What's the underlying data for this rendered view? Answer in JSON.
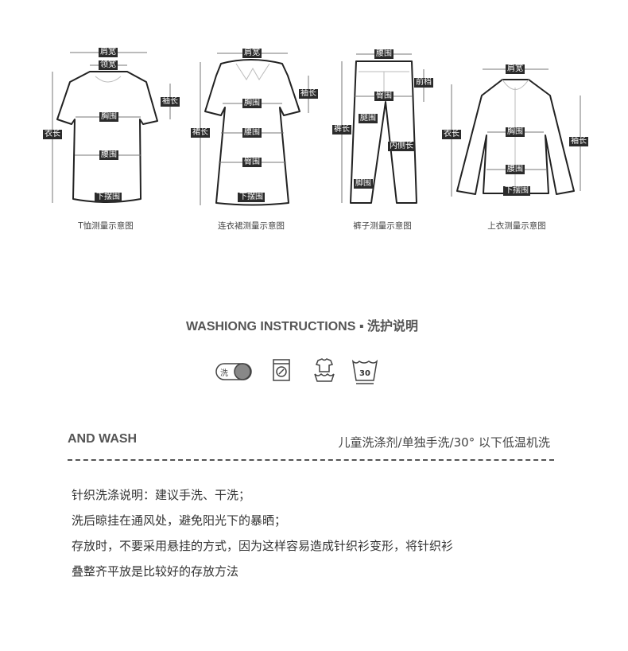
{
  "diagrams": {
    "tshirt": {
      "caption": "T恤测量示意图",
      "shoulder": "肩宽",
      "neck": "领宽",
      "sleeve": "袖长",
      "chest": "胸围",
      "length": "衣长",
      "waist": "腰围",
      "hem": "下摆围"
    },
    "dress": {
      "caption": "连衣裙测量示意图",
      "shoulder": "肩宽",
      "sleeve": "袖长",
      "chest": "胸围",
      "length": "裙长",
      "waist": "腰围",
      "hip": "臀围",
      "hem": "下摆围"
    },
    "pants": {
      "caption": "裤子测量示意图",
      "waist": "腰围",
      "rise": "前档",
      "hip": "臀围",
      "thigh": "腿围",
      "length": "裤长",
      "inseam": "内侧长",
      "ankle": "脚围"
    },
    "shirt": {
      "caption": "上衣测量示意图",
      "shoulder": "肩宽",
      "length": "衣长",
      "sleeve": "袖长",
      "chest": "胸围",
      "waist": "腰围",
      "hem": "下摆围"
    }
  },
  "wash": {
    "title": "WASHIONG INSTRUCTIONS ▪ 洗护说明",
    "icons": [
      {
        "name": "hand-wash-toggle",
        "text": "洗"
      },
      {
        "name": "washing-machine"
      },
      {
        "name": "gentle-wash"
      },
      {
        "name": "wash-30",
        "text": "30"
      }
    ],
    "and_wash": "AND WASH",
    "note": "儿童洗涤剂/单独手洗/30° 以下低温机洗",
    "lines": [
      "针织洗涤说明：建议手洗、干洗；",
      "洗后晾挂在通风处，避免阳光下的暴晒；",
      "存放时，不要采用悬挂的方式，因为这样容易造成针织衫变形，将针织衫",
      "叠整齐平放是比较好的存放方法"
    ]
  }
}
